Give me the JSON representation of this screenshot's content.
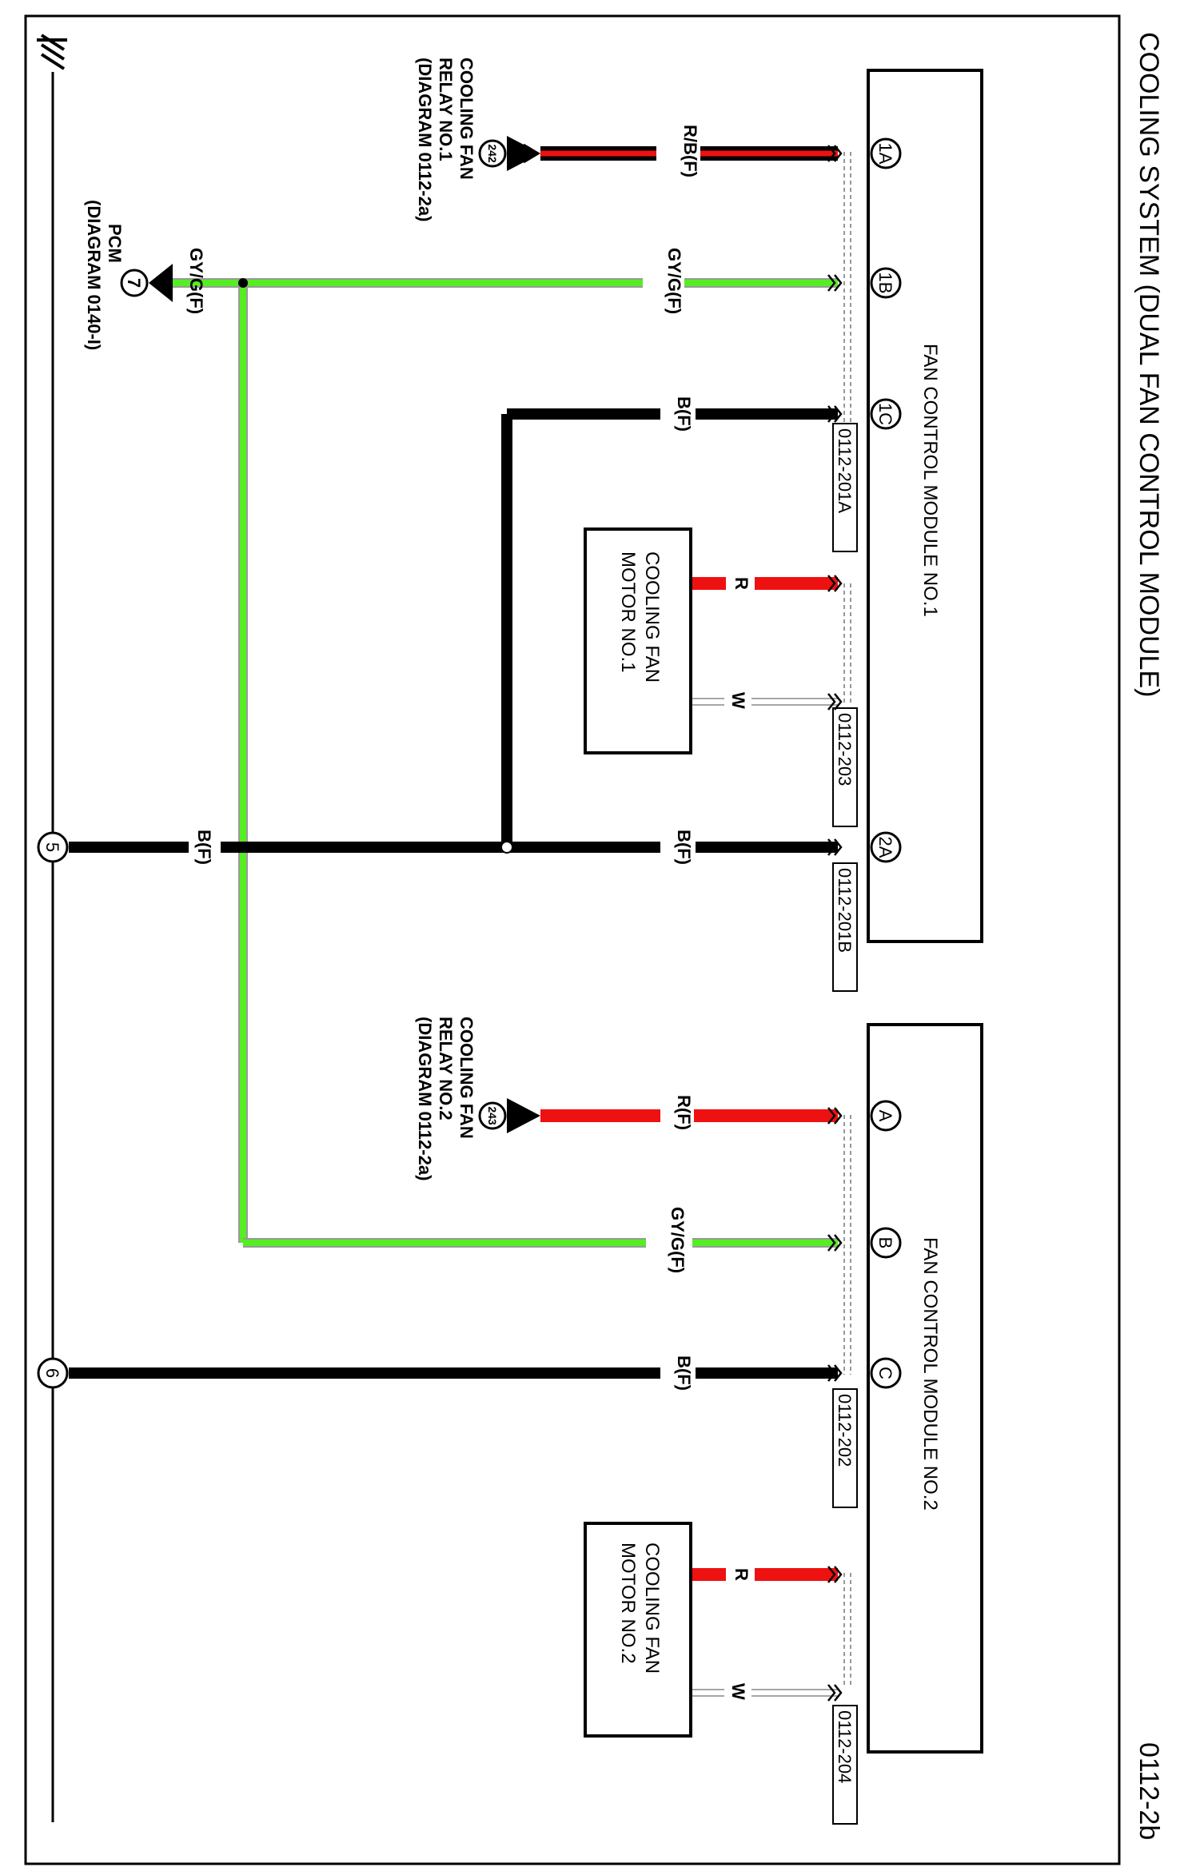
{
  "page": {
    "title": "COOLING SYSTEM (DUAL FAN CONTROL MODULE)",
    "diagram_number": "0112-2b"
  },
  "module1": {
    "name": "FAN CONTROL MODULE NO.1",
    "pins": {
      "p1a": "1A",
      "p1b": "1B",
      "p1c": "1C",
      "p2a": "2A"
    },
    "connectors": {
      "c201a": "0112-201A",
      "c203": "0112-203",
      "c201b": "0112-201B"
    }
  },
  "module2": {
    "name": "FAN CONTROL MODULE NO.2",
    "pins": {
      "a": "A",
      "b": "B",
      "c": "C"
    },
    "connectors": {
      "c202": "0112-202",
      "c204": "0112-204"
    }
  },
  "motor1": {
    "line1": "COOLING FAN",
    "line2": "MOTOR NO.1"
  },
  "motor2": {
    "line1": "COOLING FAN",
    "line2": "MOTOR NO.2"
  },
  "wires": {
    "rbf": "R/B(F)",
    "gygf": "GY/G(F)",
    "bf": "B(F)",
    "rf": "R(F)",
    "r": "R",
    "w": "W"
  },
  "references": {
    "relay1": {
      "ref": "242",
      "line1": "COOLING FAN",
      "line2": "RELAY NO.1",
      "line3": "(DIAGRAM 0112-2a)"
    },
    "relay2": {
      "ref": "243",
      "line1": "COOLING FAN",
      "line2": "RELAY NO.2",
      "line3": "(DIAGRAM 0112-2a)"
    },
    "pcm": {
      "ref": "7",
      "line1": "PCM",
      "line2": "(DIAGRAM 0140-I)"
    }
  },
  "grounds": {
    "g5": "5",
    "g6": "6"
  },
  "colors": {
    "red": "#ee1111",
    "green": "#55ee22",
    "black": "#000000",
    "gray": "#999999"
  }
}
